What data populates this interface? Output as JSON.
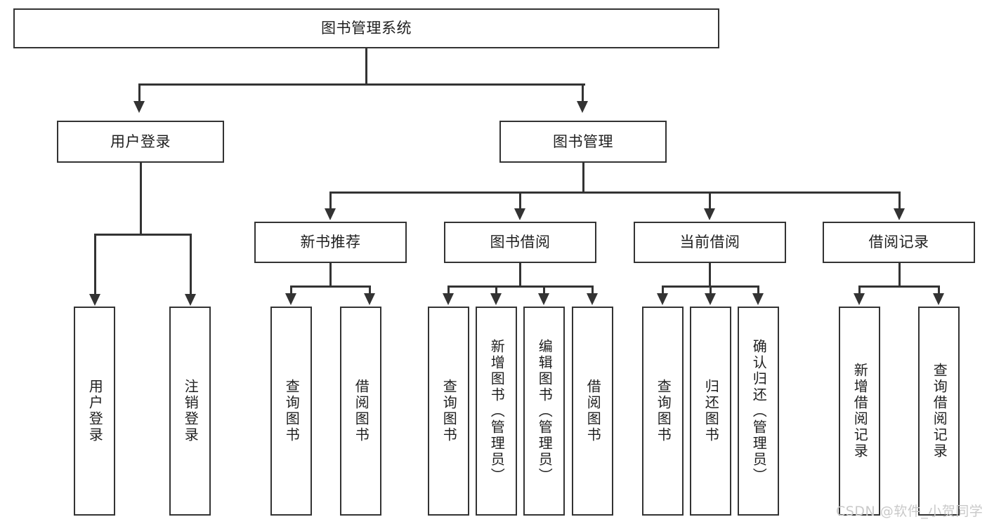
{
  "diagram": {
    "title": "图书管理系统",
    "watermark": "CSDN @软件_小贺同学",
    "colors": {
      "border": "#333333",
      "background": "#ffffff",
      "text": "#1f1f1f",
      "watermark": "#c9c9c9"
    },
    "root": {
      "label": "图书管理系统"
    },
    "level2": [
      {
        "label": "用户登录"
      },
      {
        "label": "图书管理"
      }
    ],
    "level3": [
      {
        "label": "新书推荐"
      },
      {
        "label": "图书借阅"
      },
      {
        "label": "当前借阅"
      },
      {
        "label": "借阅记录"
      }
    ],
    "leaves": {
      "user_login": [
        {
          "label": "用户登录"
        },
        {
          "label": "注销登录"
        }
      ],
      "new_book": [
        {
          "label": "查询图书"
        },
        {
          "label": "借阅图书"
        }
      ],
      "book_borrow": [
        {
          "label": "查询图书"
        },
        {
          "label": "新增图书（管理员）"
        },
        {
          "label": "编辑图书（管理员）"
        },
        {
          "label": "借阅图书"
        }
      ],
      "current_borrow": [
        {
          "label": "查询图书"
        },
        {
          "label": "归还图书"
        },
        {
          "label": "确认归还（管理员）"
        }
      ],
      "borrow_record": [
        {
          "label": "新增借阅记录"
        },
        {
          "label": "查询借阅记录"
        }
      ]
    }
  }
}
